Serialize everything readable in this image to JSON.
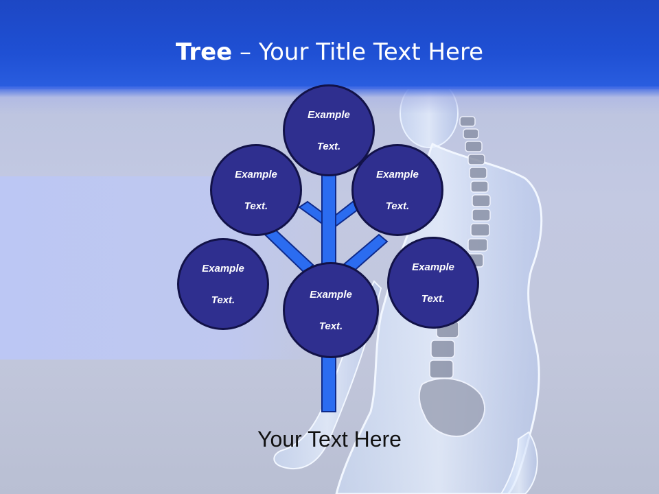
{
  "slide": {
    "title_bold": "Tree",
    "title_rest": " – Your Title Text Here",
    "footer": "Your Text Here"
  },
  "tree": {
    "nodes": [
      {
        "id": "top",
        "line1": "Example",
        "line2": "Text."
      },
      {
        "id": "upper-left",
        "line1": "Example",
        "line2": "Text."
      },
      {
        "id": "upper-right",
        "line1": "Example",
        "line2": "Text."
      },
      {
        "id": "lower-left",
        "line1": "Example",
        "line2": "Text."
      },
      {
        "id": "lower-right",
        "line1": "Example",
        "line2": "Text."
      },
      {
        "id": "center",
        "line1": "Example",
        "line2": "Text."
      }
    ]
  },
  "colors": {
    "header": "#1f50d4",
    "node_fill": "#2f2f8f",
    "node_border": "#121248",
    "branch": "#2b6cf0",
    "branch_outline": "#0f2a8a"
  }
}
